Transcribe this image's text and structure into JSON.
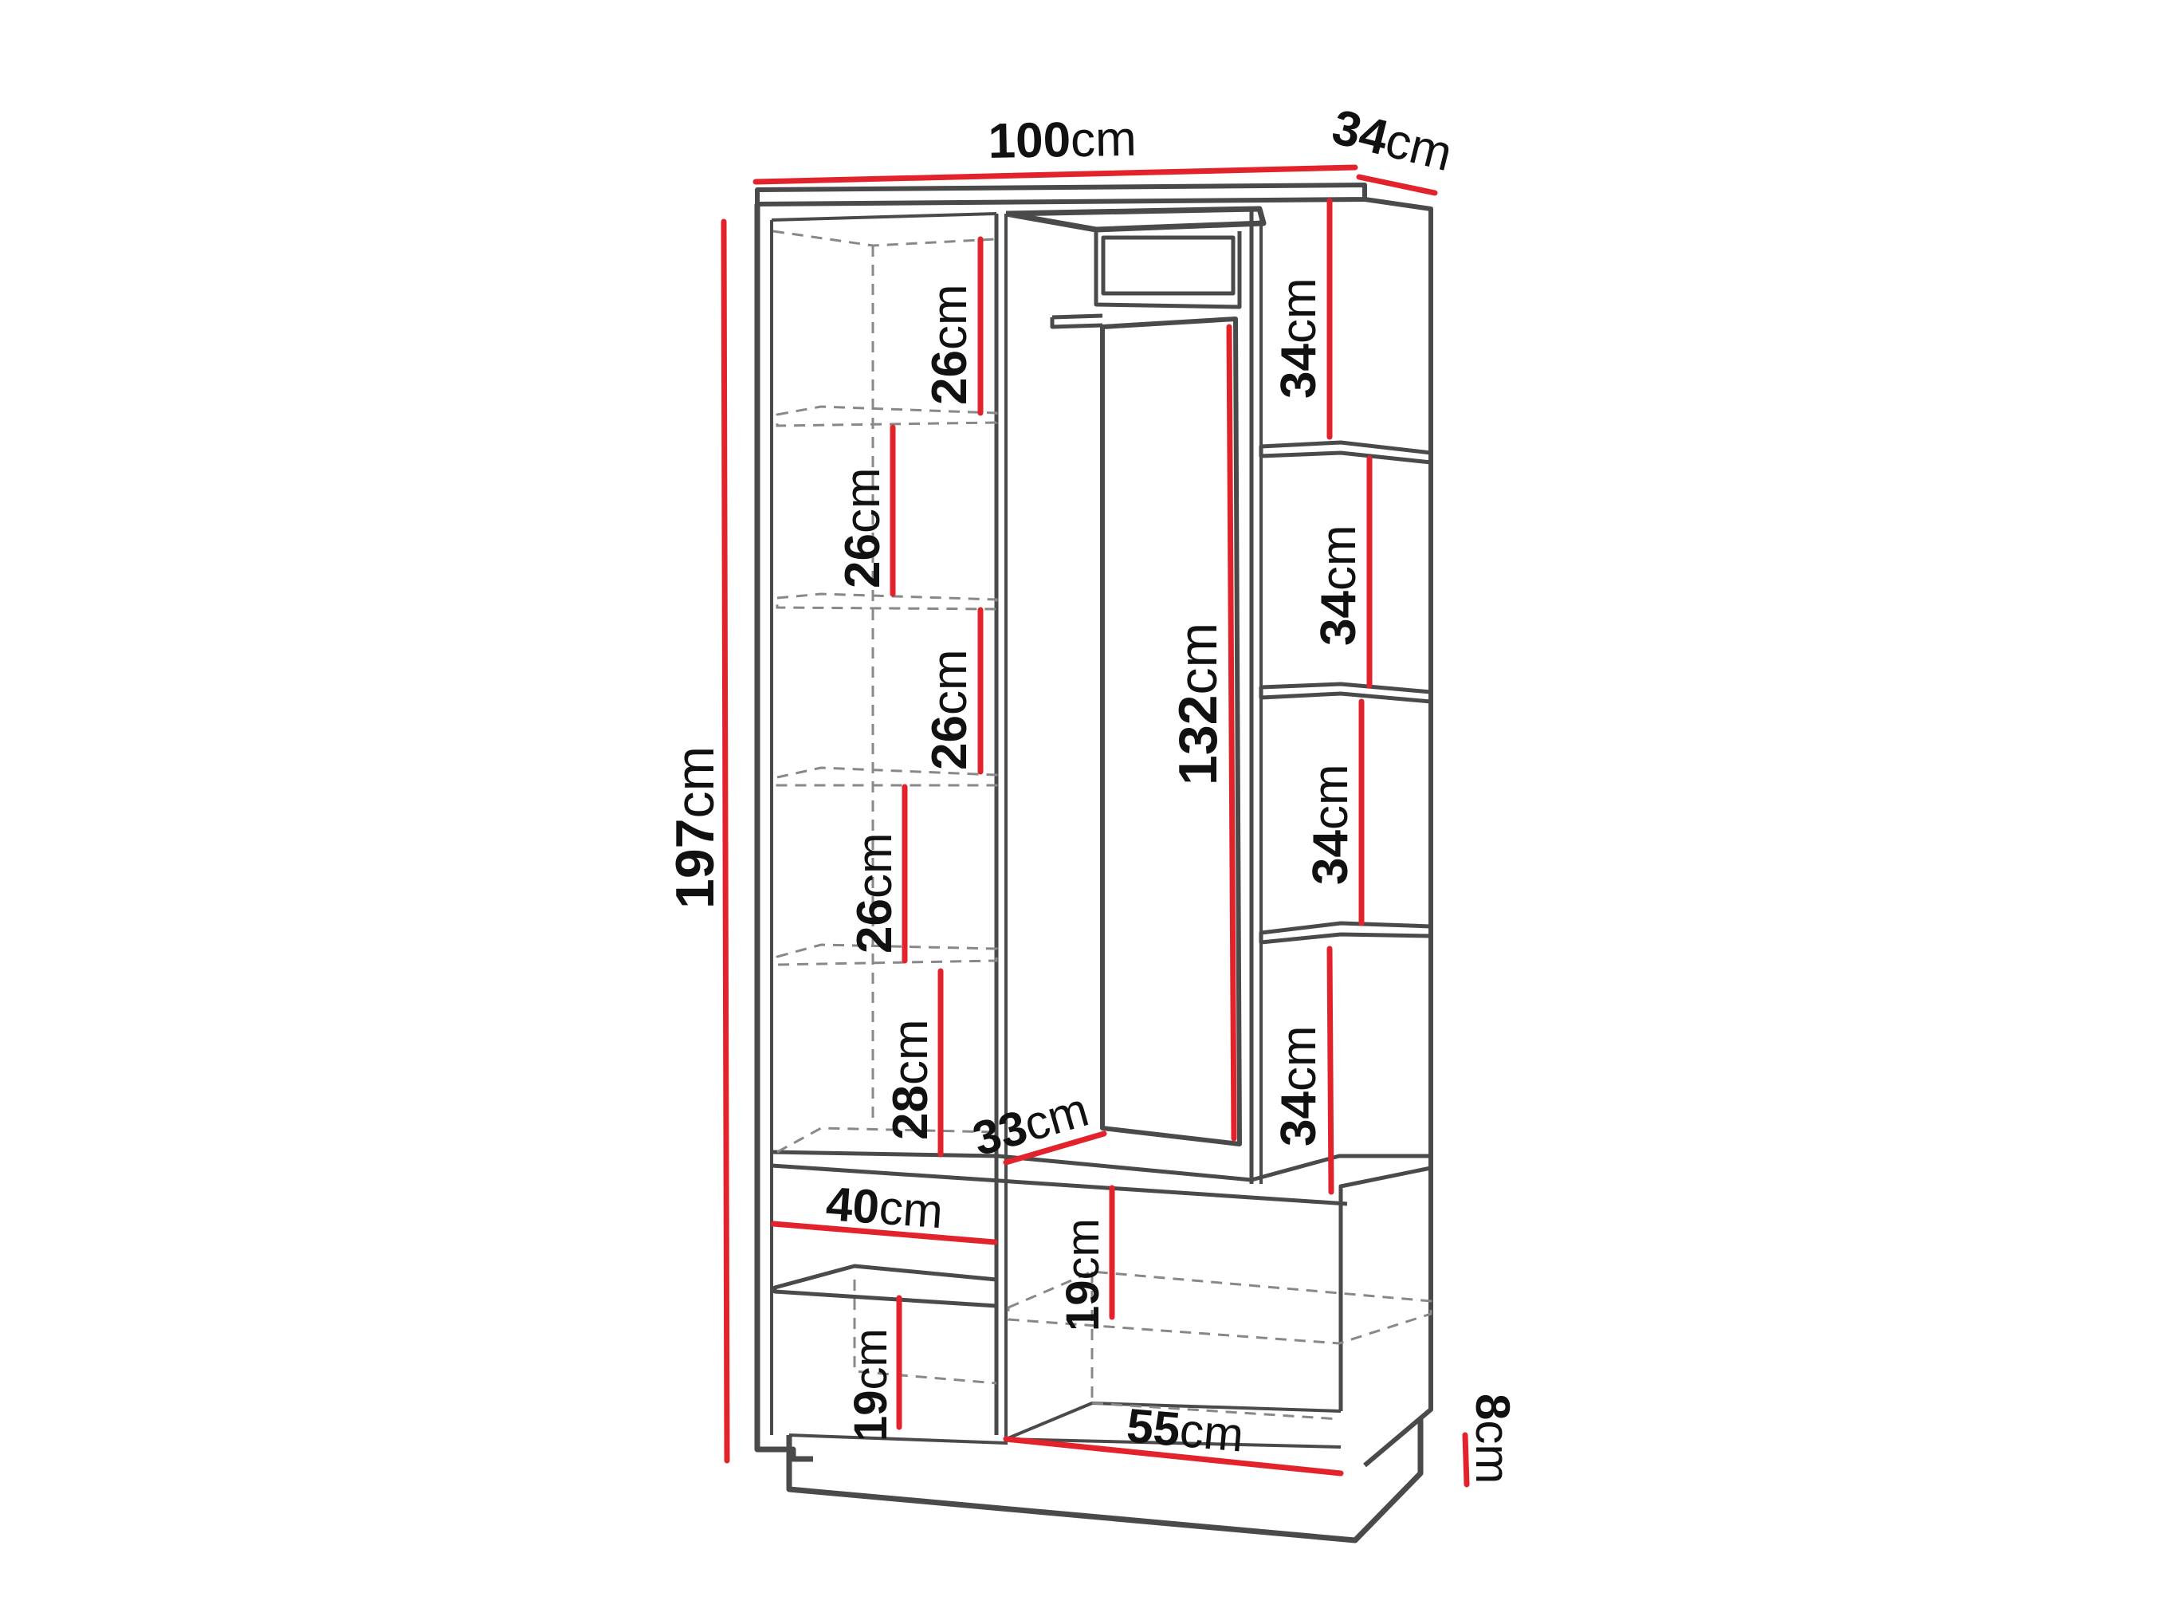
{
  "colors": {
    "outline": "#4a4a4a",
    "dashed": "#888888",
    "dimension": "#e3232c",
    "text": "#111111",
    "background": "#ffffff"
  },
  "dimensions": {
    "width": {
      "num": "100",
      "unit": "cm"
    },
    "depth": {
      "num": "34",
      "unit": "cm"
    },
    "height": {
      "num": "197",
      "unit": "cm"
    },
    "plinth": {
      "num": "8",
      "unit": "cm"
    },
    "left_shelf_1": {
      "num": "26",
      "unit": "cm"
    },
    "left_shelf_2": {
      "num": "26",
      "unit": "cm"
    },
    "left_shelf_3": {
      "num": "26",
      "unit": "cm"
    },
    "left_shelf_4": {
      "num": "26",
      "unit": "cm"
    },
    "left_shelf_5": {
      "num": "28",
      "unit": "cm"
    },
    "hanging_height": {
      "num": "132",
      "unit": "cm"
    },
    "hanging_depth": {
      "num": "33",
      "unit": "cm"
    },
    "right_shelf_1": {
      "num": "34",
      "unit": "cm"
    },
    "right_shelf_2": {
      "num": "34",
      "unit": "cm"
    },
    "right_shelf_3": {
      "num": "34",
      "unit": "cm"
    },
    "right_shelf_4": {
      "num": "34",
      "unit": "cm"
    },
    "bench_left_width": {
      "num": "40",
      "unit": "cm"
    },
    "bench_left_low": {
      "num": "19",
      "unit": "cm"
    },
    "bench_mid": {
      "num": "19",
      "unit": "cm"
    },
    "bench_right_width": {
      "num": "55",
      "unit": "cm"
    }
  }
}
